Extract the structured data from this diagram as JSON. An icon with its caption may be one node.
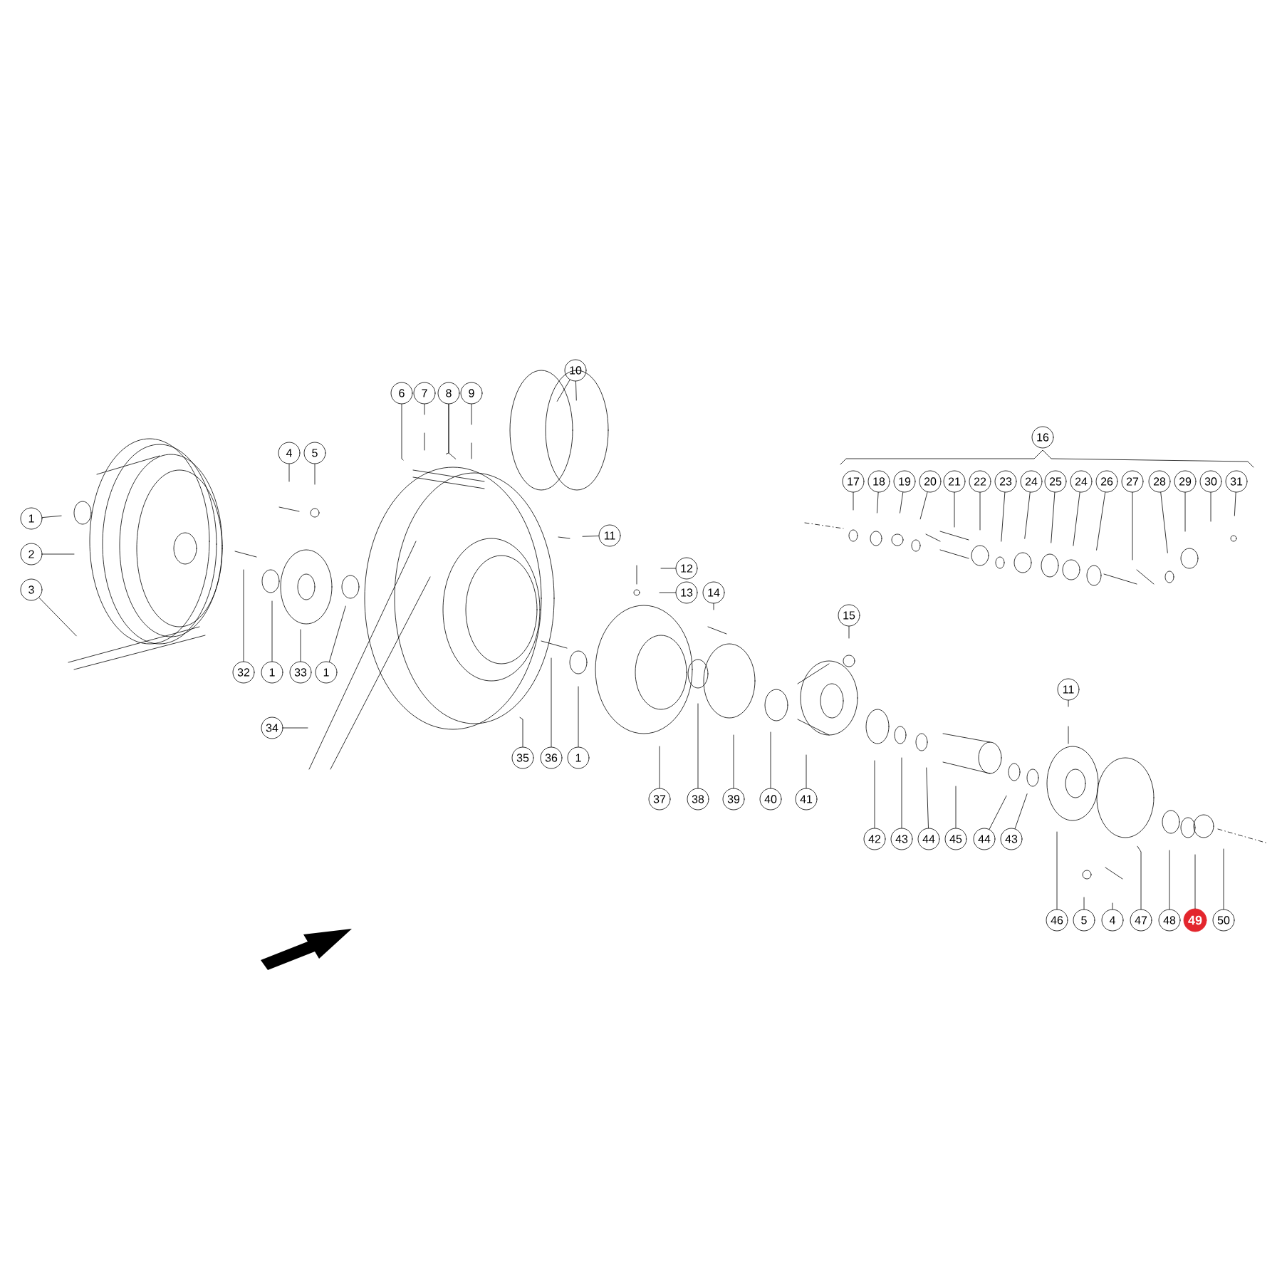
{
  "diagram": {
    "nodes": [
      {
        "text": [
          "1"
        ]
      },
      {
        "text": [
          "2"
        ]
      },
      {
        "text": [
          "3"
        ]
      },
      {
        "text": [
          "4"
        ]
      },
      {
        "text": [
          "5"
        ]
      },
      {
        "text": [
          "6"
        ]
      },
      {
        "text": [
          "7"
        ]
      },
      {
        "text": [
          "8"
        ]
      },
      {
        "text": [
          "9"
        ]
      },
      {
        "text": [
          "10"
        ]
      },
      {
        "text": [
          "11"
        ]
      },
      {
        "text": [
          "16"
        ]
      },
      {
        "text": [
          "17"
        ]
      },
      {
        "text": [
          "18"
        ]
      },
      {
        "text": [
          "19"
        ]
      },
      {
        "text": [
          "20"
        ]
      },
      {
        "text": [
          "21"
        ]
      },
      {
        "text": [
          "22"
        ]
      },
      {
        "text": [
          "23"
        ]
      },
      {
        "text": [
          "24"
        ]
      },
      {
        "text": [
          "25"
        ]
      },
      {
        "text": [
          "24"
        ]
      },
      {
        "text": [
          "26"
        ]
      },
      {
        "text": [
          "27"
        ]
      },
      {
        "text": [
          "28"
        ]
      },
      {
        "text": [
          "29"
        ]
      },
      {
        "text": [
          "30"
        ]
      },
      {
        "text": [
          "31"
        ]
      },
      {
        "text": [
          "12"
        ]
      },
      {
        "text": [
          "13"
        ]
      },
      {
        "text": [
          "14"
        ]
      },
      {
        "text": [
          "15"
        ]
      },
      {
        "text": [
          "11"
        ]
      },
      {
        "text": [
          "32"
        ]
      },
      {
        "text": [
          "1"
        ]
      },
      {
        "text": [
          "33"
        ]
      },
      {
        "text": [
          "1"
        ]
      },
      {
        "text": [
          "34"
        ]
      },
      {
        "text": [
          "35"
        ]
      },
      {
        "text": [
          "36"
        ]
      },
      {
        "text": [
          "1"
        ]
      },
      {
        "text": [
          "37"
        ]
      },
      {
        "text": [
          "38"
        ]
      },
      {
        "text": [
          "39"
        ]
      },
      {
        "text": [
          "40"
        ]
      },
      {
        "text": [
          "41"
        ]
      },
      {
        "text": [
          "42"
        ]
      },
      {
        "text": [
          "43"
        ]
      },
      {
        "text": [
          "44"
        ]
      },
      {
        "text": [
          "45"
        ]
      },
      {
        "text": [
          "44"
        ]
      },
      {
        "text": [
          "43"
        ]
      },
      {
        "text": [
          "46"
        ]
      },
      {
        "text": [
          "5"
        ]
      },
      {
        "text": [
          "4"
        ]
      },
      {
        "text": [
          "47"
        ]
      },
      {
        "text": [
          "48"
        ]
      },
      {
        "text": [
          "49"
        ]
      },
      {
        "text": [
          "50"
        ]
      }
    ],
    "edges": [
      {
        "from": 0,
        "to": null,
        "arrow": "none"
      },
      {
        "from": 1,
        "to": null,
        "arrow": "none"
      },
      {
        "from": 2,
        "to": null,
        "arrow": "none"
      },
      {
        "from": 3,
        "to": null,
        "arrow": "none"
      },
      {
        "from": 4,
        "to": null,
        "arrow": "none"
      },
      {
        "from": 5,
        "to": null,
        "arrow": "none"
      },
      {
        "from": 6,
        "to": null,
        "arrow": "none"
      },
      {
        "from": 7,
        "to": null,
        "arrow": "none"
      },
      {
        "from": 7,
        "to": null,
        "arrow": "none"
      },
      {
        "from": 8,
        "to": null,
        "arrow": "none"
      },
      {
        "from": 9,
        "to": null,
        "arrow": "none"
      },
      {
        "from": 9,
        "to": null,
        "arrow": "none"
      },
      {
        "from": 10,
        "to": null,
        "arrow": "none"
      },
      {
        "from": 12,
        "to": null,
        "arrow": "none"
      },
      {
        "from": 13,
        "to": null,
        "arrow": "none"
      },
      {
        "from": 14,
        "to": null,
        "arrow": "none"
      },
      {
        "from": 15,
        "to": null,
        "arrow": "none"
      },
      {
        "from": 16,
        "to": null,
        "arrow": "none"
      },
      {
        "from": 17,
        "to": null,
        "arrow": "none"
      },
      {
        "from": 18,
        "to": null,
        "arrow": "none"
      },
      {
        "from": 19,
        "to": null,
        "arrow": "none"
      },
      {
        "from": 20,
        "to": null,
        "arrow": "none"
      },
      {
        "from": 21,
        "to": null,
        "arrow": "none"
      },
      {
        "from": 22,
        "to": null,
        "arrow": "none"
      },
      {
        "from": 23,
        "to": null,
        "arrow": "none"
      },
      {
        "from": 24,
        "to": null,
        "arrow": "none"
      },
      {
        "from": 25,
        "to": null,
        "arrow": "none"
      },
      {
        "from": 26,
        "to": null,
        "arrow": "none"
      },
      {
        "from": 27,
        "to": null,
        "arrow": "none"
      },
      {
        "from": 28,
        "to": null,
        "arrow": "none"
      },
      {
        "from": 29,
        "to": null,
        "arrow": "none"
      },
      {
        "from": 30,
        "to": null,
        "arrow": "none"
      },
      {
        "from": 31,
        "to": null,
        "arrow": "none"
      },
      {
        "from": 32,
        "to": null,
        "arrow": "none"
      },
      {
        "from": 33,
        "to": null,
        "arrow": "none"
      },
      {
        "from": 34,
        "to": null,
        "arrow": "none"
      },
      {
        "from": 35,
        "to": null,
        "arrow": "none"
      },
      {
        "from": 36,
        "to": null,
        "arrow": "none"
      },
      {
        "from": 37,
        "to": null,
        "arrow": "none"
      },
      {
        "from": 38,
        "to": null,
        "arrow": "none"
      },
      {
        "from": 39,
        "to": null,
        "arrow": "none"
      },
      {
        "from": 40,
        "to": null,
        "arrow": "none"
      },
      {
        "from": 41,
        "to": null,
        "arrow": "none"
      },
      {
        "from": 42,
        "to": null,
        "arrow": "none"
      },
      {
        "from": 43,
        "to": null,
        "arrow": "none"
      },
      {
        "from": 44,
        "to": null,
        "arrow": "none"
      },
      {
        "from": 45,
        "to": null,
        "arrow": "none"
      },
      {
        "from": 46,
        "to": null,
        "arrow": "none"
      },
      {
        "from": 47,
        "to": null,
        "arrow": "none"
      },
      {
        "from": 48,
        "to": null,
        "arrow": "none"
      },
      {
        "from": 49,
        "to": null,
        "arrow": "none"
      },
      {
        "from": 50,
        "to": null,
        "arrow": "none"
      },
      {
        "from": 51,
        "to": null,
        "arrow": "none"
      },
      {
        "from": 52,
        "to": null,
        "arrow": "none"
      },
      {
        "from": 53,
        "to": null,
        "arrow": "none"
      },
      {
        "from": 54,
        "to": null,
        "arrow": "none"
      },
      {
        "from": 55,
        "to": null,
        "arrow": "none"
      },
      {
        "from": 56,
        "to": null,
        "arrow": "none"
      },
      {
        "from": 57,
        "to": null,
        "arrow": "none"
      },
      {
        "from": 58,
        "to": null,
        "arrow": "none"
      }
    ]
  }
}
